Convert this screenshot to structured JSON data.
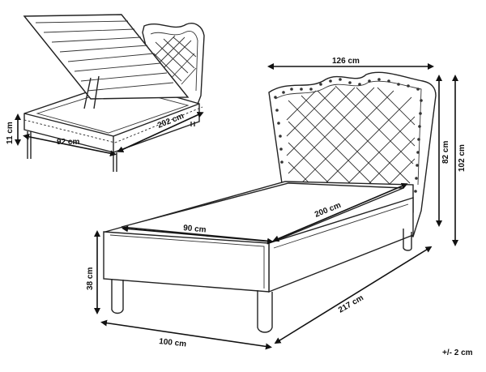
{
  "dimensions": {
    "headboard_width": "126 cm",
    "headboard_height": "82 cm",
    "total_height": "102 cm",
    "mattress_width": "90 cm",
    "mattress_length": "200 cm",
    "frame_height": "38 cm",
    "total_width": "100 cm",
    "total_length": "217 cm",
    "storage_width": "92 cm",
    "storage_length": "202 cm",
    "storage_depth": "11 cm"
  },
  "tolerance": "+/- 2 cm"
}
